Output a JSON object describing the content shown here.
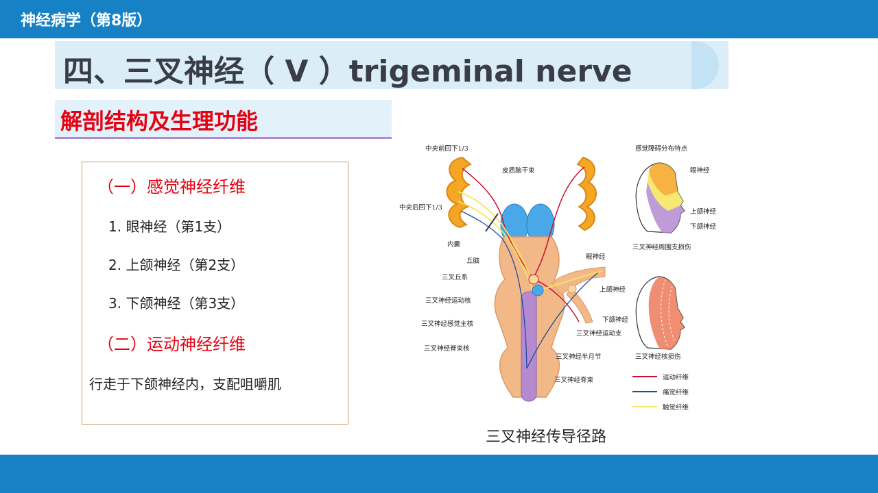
{
  "header": {
    "course_title": "神经病学（第8版）"
  },
  "slide": {
    "title": "四、三叉神经（ V ）trigeminal nerve",
    "section_heading": "解剖结构及生理功能"
  },
  "content": {
    "sensory_heading": "（一）感觉神经纤维",
    "items": [
      "1.  眼神经（第1支）",
      "2. 上颌神经（第2支）",
      "3. 下颌神经（第3支）"
    ],
    "motor_heading": "（二）运动神经纤维",
    "motor_desc": "行走于下颌神经内，支配咀嚼肌"
  },
  "figure": {
    "caption": "三叉神经传导径路",
    "labels": {
      "precentral": "中央前回下1/3",
      "postcentral": "中央后回下1/3",
      "corticobulbar": "皮质脑干束",
      "internal_capsule": "内囊",
      "thalamus": "丘脑",
      "lemniscus": "三叉丘系",
      "motor_nucleus": "三叉神经运动核",
      "principal_nucleus": "三叉神经感觉主核",
      "spinal_nucleus": "三叉神经脊束核",
      "ophthalmic": "眼神经",
      "maxillary": "上颌神经",
      "mandibular": "下颌神经",
      "motor_branch": "三叉神经运动支",
      "ganglion": "三叉神经半月节",
      "spinal_tract": "三叉神经脊束",
      "sensory_title": "感觉障碍分布特点",
      "face_v1": "眼神经",
      "face_v2": "上颌神经",
      "face_v3": "下颌神经",
      "peripheral_injury": "三叉神经周围支损伤",
      "nuclear_injury": "三叉神经核损伤",
      "legend_motor": "运动纤维",
      "legend_pain": "痛觉纤维",
      "legend_touch": "触觉纤维"
    }
  },
  "colors": {
    "bar_blue": "#1681c4",
    "heading_red": "#e60012",
    "motor_fiber": "#c8102e",
    "pain_fiber": "#1f4e9c",
    "touch_fiber": "#f5e663"
  }
}
